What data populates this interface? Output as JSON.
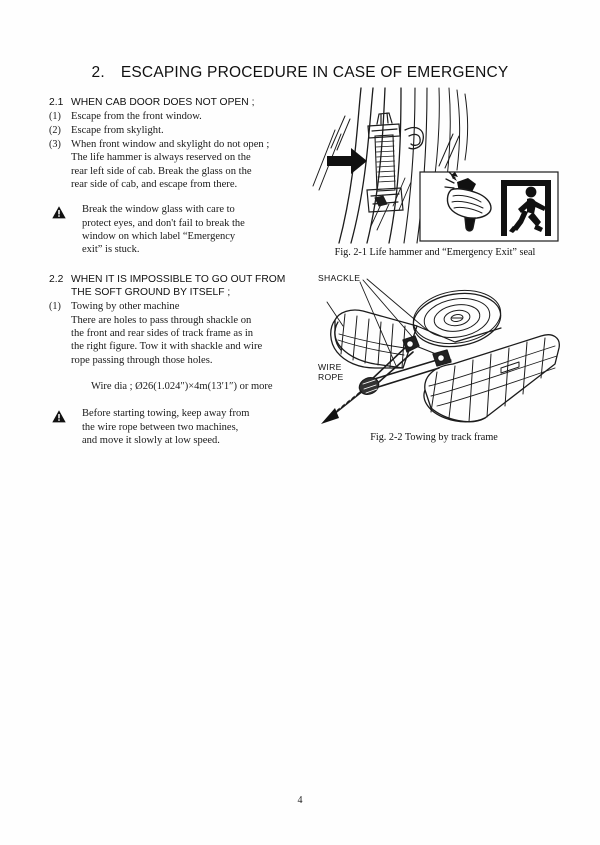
{
  "document": {
    "title_number": "2.",
    "title_text": "ESCAPING PROCEDURE IN CASE OF EMERGENCY",
    "page_number": "4"
  },
  "sections": [
    {
      "number": "2.1",
      "heading": "WHEN CAB DOOR DOES NOT OPEN ;",
      "items": [
        {
          "marker": "(1)",
          "text": "Escape from the front window."
        },
        {
          "marker": "(2)",
          "text": "Escape from skylight."
        },
        {
          "marker": "(3)",
          "line1": "When front window and skylight do not open ;",
          "line2": "The life hammer is always reserved on the",
          "line3": "rear left side of cab. Break the glass on the",
          "line4": "rear side of cab, and escape from there."
        }
      ],
      "warning": {
        "icon": "warning-triangle-icon",
        "line1": "Break the window glass with care to",
        "line2": "protect eyes, and don't fail to break the",
        "line3": "window on which label  “Emergency",
        "line4": "exit”  is stuck."
      }
    },
    {
      "number": "2.2",
      "heading_line1": "WHEN IT IS IMPOSSIBLE TO GO OUT FROM",
      "heading_line2": "THE SOFT GROUND BY ITSELF ;",
      "items": [
        {
          "marker": "(1)",
          "line1": "Towing by other machine",
          "line2": "There are holes to pass through shackle on",
          "line3": "the front and rear sides of track frame as in",
          "line4": "the right figure. Tow it with shackle and wire",
          "line5": "rope passing through those holes."
        }
      ],
      "spec_line": "Wire dia ; Ø26(1.024″)×4m(13′1″) or more",
      "warning": {
        "icon": "warning-triangle-icon",
        "line1": "Before starting towing, keep away from",
        "line2": "the wire rope between two machines,",
        "line3": "and move it slowly at low speed."
      }
    }
  ],
  "figures": [
    {
      "id": "fig-2-1",
      "caption": "Fig. 2-1   Life hammer and  “Emergency Exit”  seal",
      "description": "life-hammer-on-cab-pillar-and-emergency-exit-seal"
    },
    {
      "id": "fig-2-2",
      "caption": "Fig. 2-2   Towing by track frame",
      "description": "track-frame-towing-with-shackle-and-wire-rope",
      "labels": {
        "shackle": "SHACKLE",
        "wire_rope_line1": "WIRE",
        "wire_rope_line2": "ROPE"
      }
    }
  ],
  "colors": {
    "ink": "#1a1a1a",
    "paper": "#fefefe",
    "line": "#111111"
  }
}
